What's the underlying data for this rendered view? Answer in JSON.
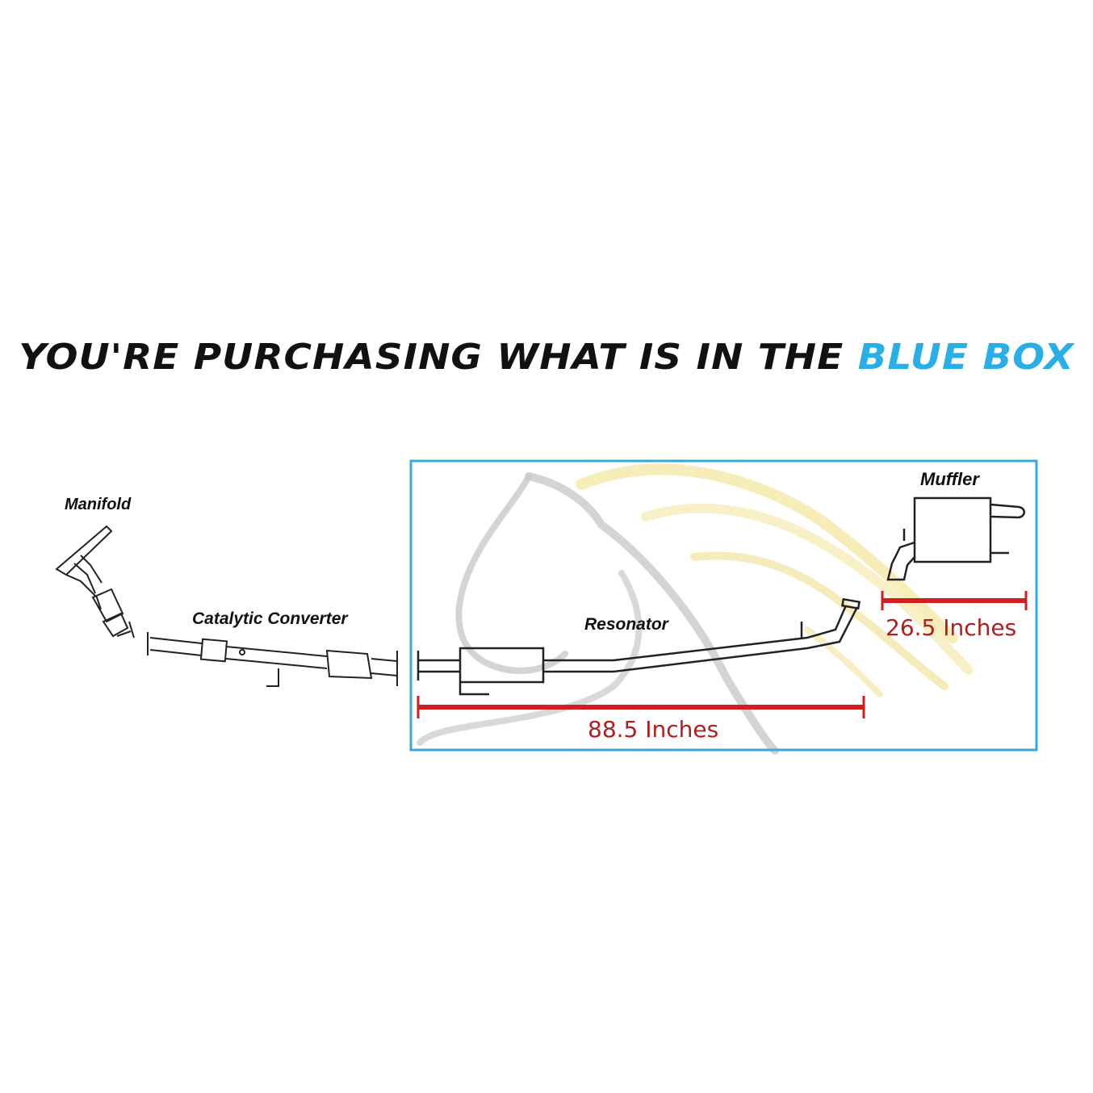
{
  "headline": {
    "main": "YOU'RE PURCHASING WHAT IS IN THE",
    "highlight": "BLUE BOX"
  },
  "labels": {
    "manifold": "Manifold",
    "catalytic_converter": "Catalytic Converter",
    "resonator": "Resonator",
    "muffler": "Muffler"
  },
  "measurements": {
    "resonator_length": "88.5 Inches",
    "muffler_length": "26.5 Inches"
  },
  "colors": {
    "highlight_blue": "#29aee6",
    "box_border": "#3aa7d9",
    "measure_red": "#d01f1f",
    "measure_text": "#b01e1e"
  }
}
